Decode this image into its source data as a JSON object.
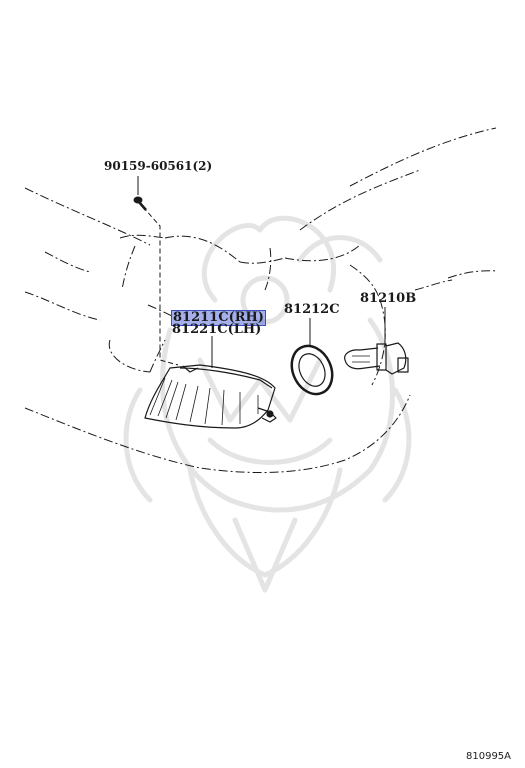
{
  "parts": {
    "bolt": "90159-60561(2)",
    "fog_lamp_rh": "81211C(RH)",
    "fog_lamp_lh": "81221C(LH)",
    "gasket": "81212C",
    "bulb": "81210B"
  },
  "diagram_ref": "810995A",
  "colors": {
    "line": "#1a1a1a",
    "highlight": "#5a6edc",
    "watermark": "#e6e6e6"
  }
}
